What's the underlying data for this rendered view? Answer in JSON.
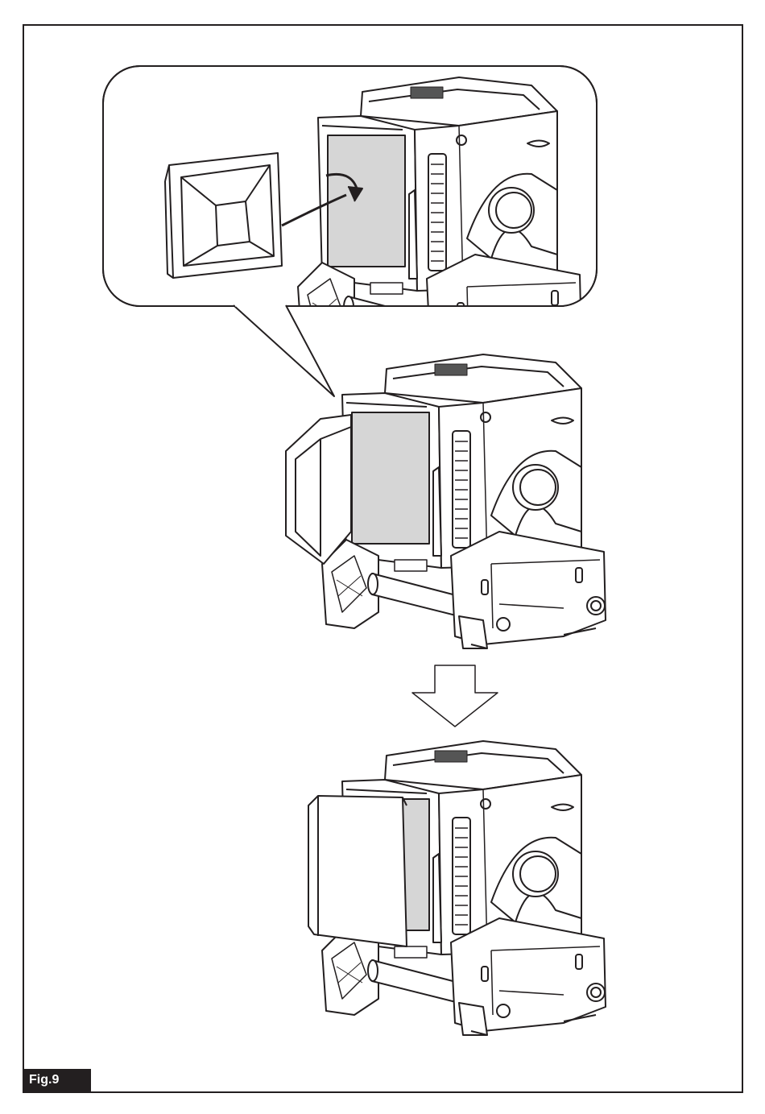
{
  "figure": {
    "label": "Fig.9",
    "steps": [
      "remove-lens-cover",
      "attach-cover",
      "cover-attached"
    ]
  },
  "colors": {
    "line": "#231f20",
    "lens": "#d6d6d6",
    "label_bg": "#231f20"
  }
}
